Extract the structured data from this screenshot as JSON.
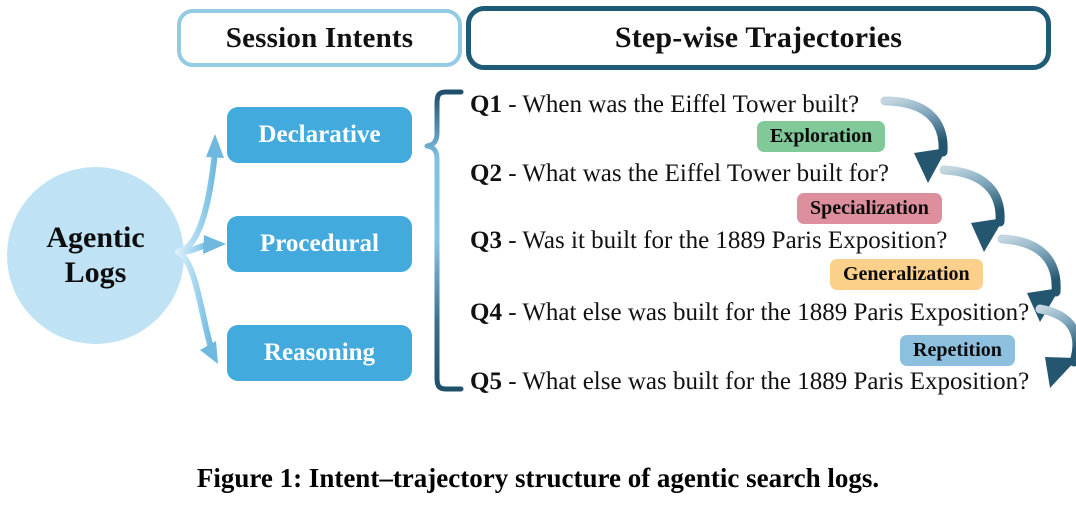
{
  "headers": {
    "session_intents": "Session Intents",
    "trajectories": "Step-wise Trajectories"
  },
  "source_node": {
    "line1": "Agentic",
    "line2": "Logs"
  },
  "intents": [
    {
      "label": "Declarative"
    },
    {
      "label": "Procedural"
    },
    {
      "label": "Reasoning"
    }
  ],
  "questions": [
    {
      "id": "Q1",
      "text": " - When was the Eiffel Tower built?"
    },
    {
      "id": "Q2",
      "text": " - What was the Eiffel Tower built for?"
    },
    {
      "id": "Q3",
      "text": " - Was it built for the 1889 Paris Exposition?"
    },
    {
      "id": "Q4",
      "text": " - What else was built for the 1889 Paris Exposition?"
    },
    {
      "id": "Q5",
      "text": " - What else was built for the 1889 Paris Exposition?"
    }
  ],
  "transition_tags": [
    {
      "label": "Exploration",
      "color": "#82c99a"
    },
    {
      "label": "Specialization",
      "color": "#dd8f9d"
    },
    {
      "label": "Generalization",
      "color": "#fbd08a"
    },
    {
      "label": "Repetition",
      "color": "#8cc0de"
    }
  ],
  "caption": "Figure 1: Intent–trajectory structure of agentic search logs.",
  "colors": {
    "circle_fill": "#bfe3f4",
    "intent_box": "#42aadc",
    "header_left_border": "#93cbe3",
    "header_right_border": "#1f5a77",
    "fan_arrow": "#8fcdea",
    "brace_dark": "#1f4f6b",
    "brace_light": "#7fc0e3",
    "trajectory_arrow_dark": "#2b5f77",
    "trajectory_arrow_light": "#b6cfdd"
  }
}
